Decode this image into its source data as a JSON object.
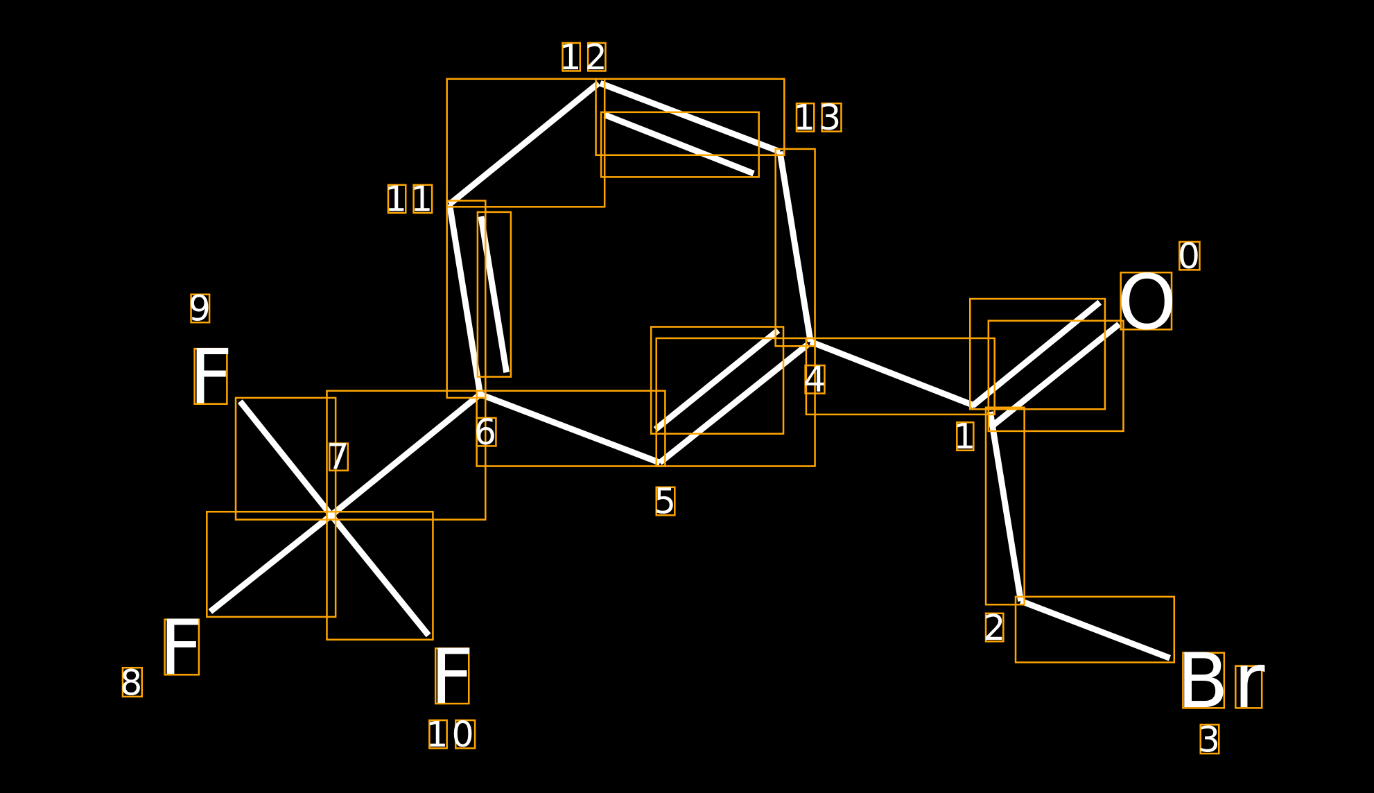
{
  "molecule": {
    "atoms": [
      {
        "index": "0",
        "element": "O"
      },
      {
        "index": "1",
        "element": "C"
      },
      {
        "index": "2",
        "element": "C"
      },
      {
        "index": "3",
        "element": "Br"
      },
      {
        "index": "4",
        "element": "C"
      },
      {
        "index": "5",
        "element": "C"
      },
      {
        "index": "6",
        "element": "C"
      },
      {
        "index": "7",
        "element": "C"
      },
      {
        "index": "8",
        "element": "F"
      },
      {
        "index": "9",
        "element": "F"
      },
      {
        "index": "10",
        "element": "F"
      },
      {
        "index": "11",
        "element": "C"
      },
      {
        "index": "12",
        "element": "C"
      },
      {
        "index": "13",
        "element": "C"
      }
    ],
    "bonds": [
      {
        "from": 11,
        "to": 12,
        "order": 1
      },
      {
        "from": 12,
        "to": 13,
        "order": 2
      },
      {
        "from": 13,
        "to": 4,
        "order": 1
      },
      {
        "from": 11,
        "to": 6,
        "order": 2
      },
      {
        "from": 6,
        "to": 5,
        "order": 1
      },
      {
        "from": 5,
        "to": 4,
        "order": 2
      },
      {
        "from": 4,
        "to": 1,
        "order": 1
      },
      {
        "from": 1,
        "to": 0,
        "order": 2
      },
      {
        "from": 1,
        "to": 2,
        "order": 1
      },
      {
        "from": 2,
        "to": 3,
        "order": 1
      },
      {
        "from": 6,
        "to": 7,
        "order": 1
      },
      {
        "from": 7,
        "to": 8,
        "order": 1
      },
      {
        "from": 7,
        "to": 9,
        "order": 1
      },
      {
        "from": 7,
        "to": 10,
        "order": 1
      }
    ]
  },
  "colors": {
    "background": "#000000",
    "bond": "#ffffff",
    "box": "#FFA500"
  }
}
